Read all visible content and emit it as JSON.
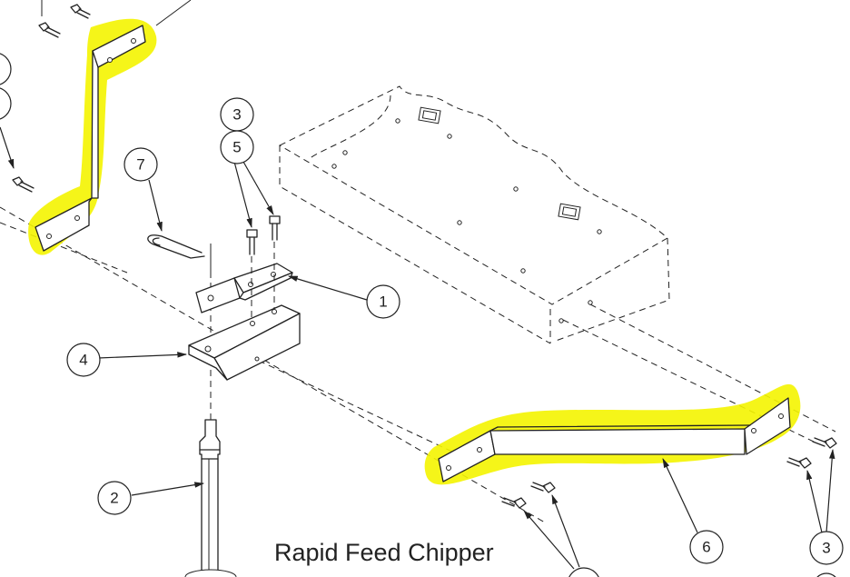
{
  "caption": "Rapid Feed Chipper",
  "highlight_color": "#f4f400",
  "callouts": [
    {
      "id": "c1",
      "label": "1"
    },
    {
      "id": "c2",
      "label": "2"
    },
    {
      "id": "c3a",
      "label": "3"
    },
    {
      "id": "c3b",
      "label": "3"
    },
    {
      "id": "c4",
      "label": "4"
    },
    {
      "id": "c5",
      "label": "5"
    },
    {
      "id": "c6",
      "label": "6"
    },
    {
      "id": "c7",
      "label": "7"
    }
  ]
}
